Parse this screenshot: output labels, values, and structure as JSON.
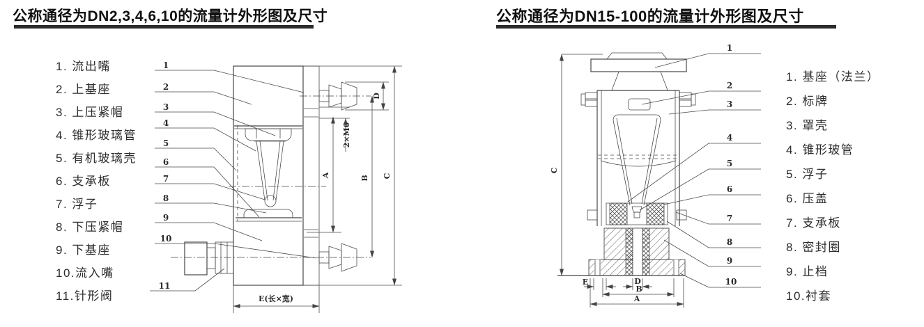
{
  "left_panel": {
    "title": "公称通径为DN2,3,4,6,10的流量计外形图及尺寸",
    "parts": [
      "1. 流出嘴",
      "2. 上基座",
      "3. 上压紧帽",
      "4. 锥形玻璃管",
      "5. 有机玻璃壳",
      "6. 支承板",
      "7. 浮子",
      "8. 下压紧帽",
      "9. 下基座",
      "10.流入嘴",
      "11.针形阀"
    ],
    "callouts": [
      "1",
      "2",
      "3",
      "4",
      "5",
      "6",
      "7",
      "8",
      "9",
      "10",
      "11"
    ],
    "dims": {
      "thread": "2×M6",
      "a": "A",
      "b": "B",
      "c": "C",
      "d": "D",
      "e": "E(长×宽)"
    }
  },
  "right_panel": {
    "title": "公称通径为DN15-100的流量计外形图及尺寸",
    "parts": [
      "1. 基座（法兰）",
      "2. 标牌",
      "3. 罩壳",
      "4. 锥形玻管",
      "5. 浮子",
      "6. 压盖",
      "7. 支承板",
      "8. 密封圈",
      "9. 止档",
      "10.衬套"
    ],
    "callouts": [
      "1",
      "2",
      "3",
      "4",
      "5",
      "6",
      "7",
      "8",
      "9",
      "10"
    ],
    "dims": {
      "a": "A",
      "b": "B",
      "c": "C",
      "d": "D",
      "e": "E"
    }
  },
  "colors": {
    "line": "#454545",
    "text": "#2a2a2a",
    "background": "#ffffff"
  }
}
